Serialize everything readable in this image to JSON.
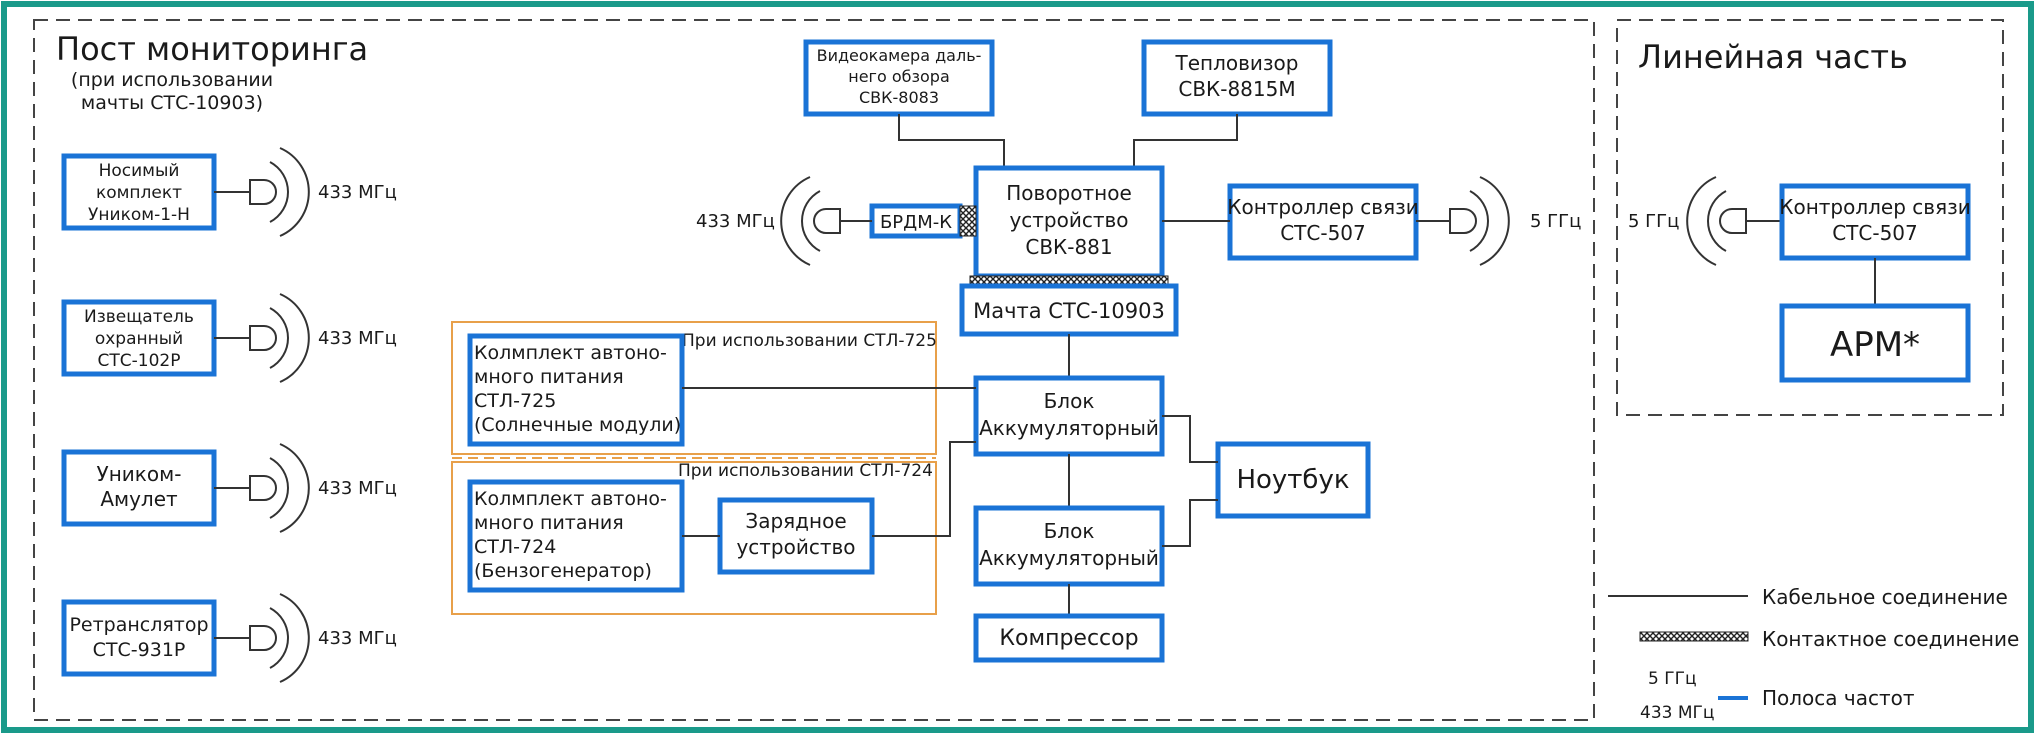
{
  "monitoring_post": {
    "title": "Пост мониторинга",
    "subtitle": [
      "(при использовании",
      "мачты СТС-10903)"
    ]
  },
  "linear_part": {
    "title": "Линейная часть"
  },
  "devices": {
    "nosimy": [
      "Носимый",
      "комплект",
      "Уником-1-Н"
    ],
    "izveshchatel": [
      "Извещатель",
      "охранный",
      "СТС-102Р"
    ],
    "amulet": [
      "Уником-",
      "Амулет"
    ],
    "retranslyator": [
      "Ретранслятор",
      "СТС-931Р"
    ],
    "videocamera": [
      "Видеокамера даль-",
      "него обзора",
      "СВК-8083"
    ],
    "teplovizor": [
      "Тепловизор",
      "СВК-8815М"
    ],
    "povorotnoe": [
      "Поворотное",
      "устройство",
      "СВК-881"
    ],
    "brdm": [
      "БРДМ-К"
    ],
    "controller_left": [
      "Контроллер связи",
      "СТС-507"
    ],
    "machta": [
      "Мачта СТС-10903"
    ],
    "kit725": [
      "Колмплект автоно-",
      "много питания",
      "СТЛ-725",
      "(Солнечные модули)"
    ],
    "kit724": [
      "Колмплект автоно-",
      "много питания",
      "СТЛ-724",
      "(Бензогенератор)"
    ],
    "charger": [
      "Зарядное",
      "устройство"
    ],
    "battery1": [
      "Блок",
      "Аккумуляторный"
    ],
    "battery2": [
      "Блок",
      "Аккумуляторный"
    ],
    "notebook": [
      "Ноутбук"
    ],
    "compressor": [
      "Компрессор"
    ],
    "controller_right": [
      "Контроллер связи",
      "СТС-507"
    ],
    "arm": [
      "АРМ*"
    ]
  },
  "notes": {
    "stl725": "При использовании СТЛ-725",
    "stl724": "При использовании СТЛ-724"
  },
  "freq": {
    "f433": "433 МГц",
    "f5": "5 ГГц"
  },
  "legend": {
    "cable": "Кабельное соединение",
    "contact": "Контактное соединение",
    "band": "Полоса частот",
    "band_5": "5 ГГц",
    "band_433": "433 МГц"
  },
  "colors": {
    "frame": "#1a9a8a",
    "box_border": "#1a73d6",
    "option_frame": "#e8a04a"
  }
}
